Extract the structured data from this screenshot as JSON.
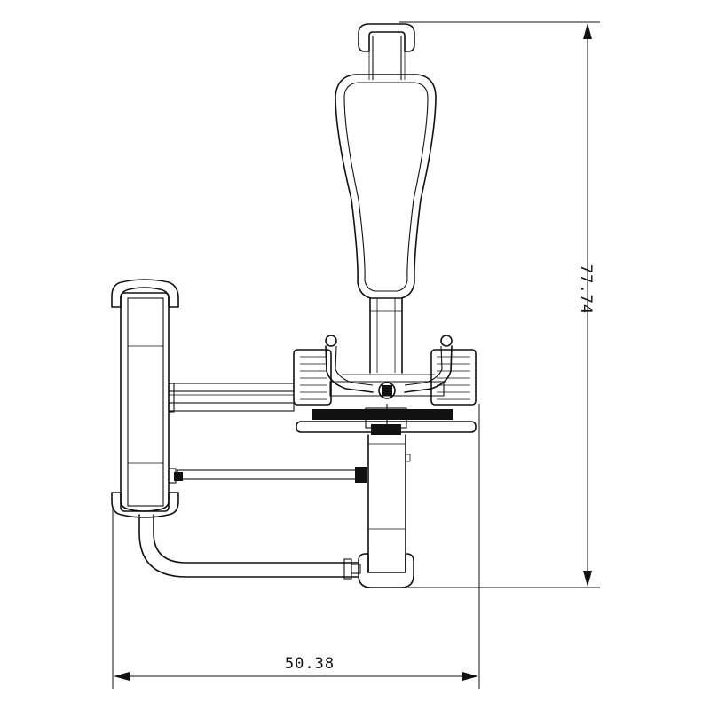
{
  "drawing": {
    "view": "top-view",
    "subject": "leg-press-machine",
    "line_color": "#111111",
    "background": "#ffffff"
  },
  "dimensions": {
    "height": "77.74",
    "width": "50.38"
  }
}
